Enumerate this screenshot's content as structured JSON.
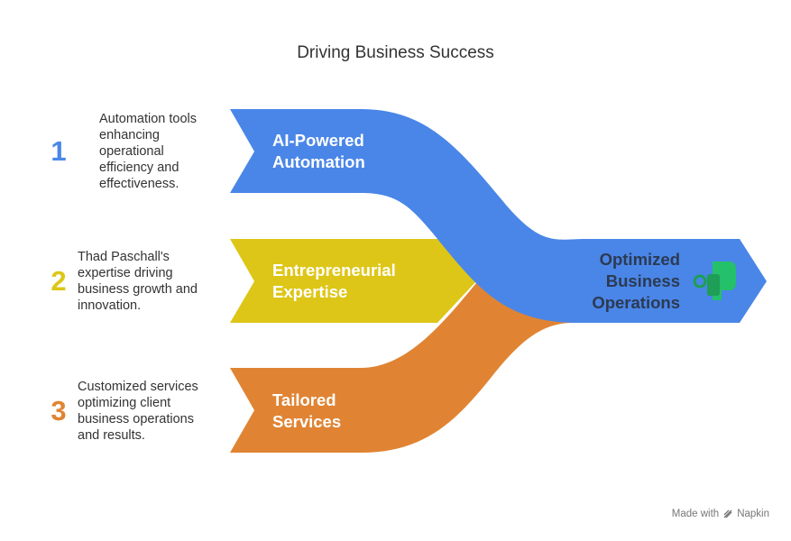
{
  "title": "Driving Business Success",
  "items": [
    {
      "number": "1",
      "label_line1": "AI-Powered",
      "label_line2": "Automation",
      "description": [
        "Automation tools",
        "enhancing",
        "operational",
        "efficiency and",
        "effectiveness."
      ],
      "color": "#4A86E8"
    },
    {
      "number": "2",
      "label_line1": "Entrepreneurial",
      "label_line2": "Expertise",
      "description": [
        "Thad Paschall's",
        "expertise driving",
        "business growth and",
        "innovation."
      ],
      "color": "#DDC617"
    },
    {
      "number": "3",
      "label_line1": "Tailored",
      "label_line2": "Services",
      "description": [
        "Customized services",
        "optimizing client",
        "business operations",
        "and results."
      ],
      "color": "#E08433"
    }
  ],
  "result": {
    "line1": "Optimized",
    "line2": "Business",
    "line3": "Operations",
    "icon": "flag-icon"
  },
  "watermark": {
    "prefix": "Made with",
    "brand": "Napkin",
    "icon": "napkin-logo-icon"
  }
}
